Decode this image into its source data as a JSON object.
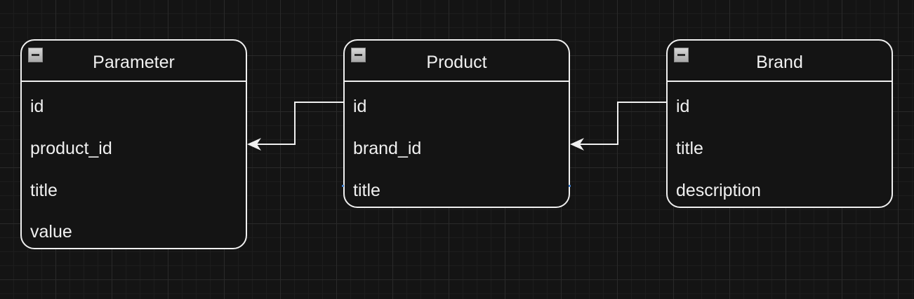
{
  "diagram": {
    "entities": [
      {
        "key": "parameter",
        "title": "Parameter",
        "fields": [
          "id",
          "product_id",
          "title",
          "value"
        ]
      },
      {
        "key": "product",
        "title": "Product",
        "fields": [
          "id",
          "brand_id",
          "title"
        ]
      },
      {
        "key": "brand",
        "title": "Brand",
        "fields": [
          "id",
          "title",
          "description"
        ]
      }
    ],
    "relations": [
      {
        "from": "product.id",
        "to": "parameter.product_id"
      },
      {
        "from": "brand.id",
        "to": "product.brand_id"
      }
    ]
  },
  "colors": {
    "background": "#141414",
    "stroke": "#f0f0f0",
    "text": "#f0f0f0",
    "grid": "#2a2a2a",
    "anchor": "#3f7cc8"
  },
  "icons": {
    "collapse": "collapse-minus-icon"
  }
}
